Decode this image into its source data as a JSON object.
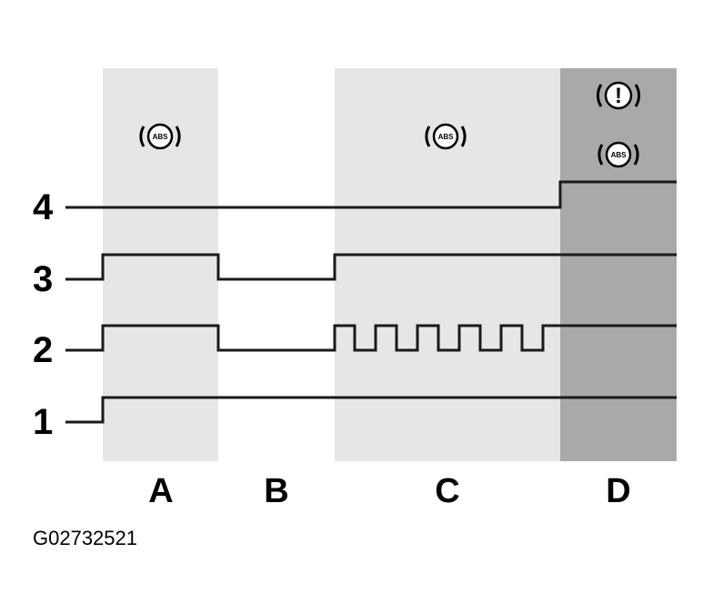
{
  "rows": [
    {
      "label": "1"
    },
    {
      "label": "2"
    },
    {
      "label": "3"
    },
    {
      "label": "4"
    }
  ],
  "phases": [
    {
      "label": "A",
      "shade": "#e6e6e6"
    },
    {
      "label": "B",
      "shade": "#ffffff"
    },
    {
      "label": "C",
      "shade": "#e6e6e6"
    },
    {
      "label": "D",
      "shade": "#a9a9a9"
    }
  ],
  "icons": {
    "abs_text": "ABS",
    "warning_text": "!"
  },
  "figure_id": "G02732521"
}
